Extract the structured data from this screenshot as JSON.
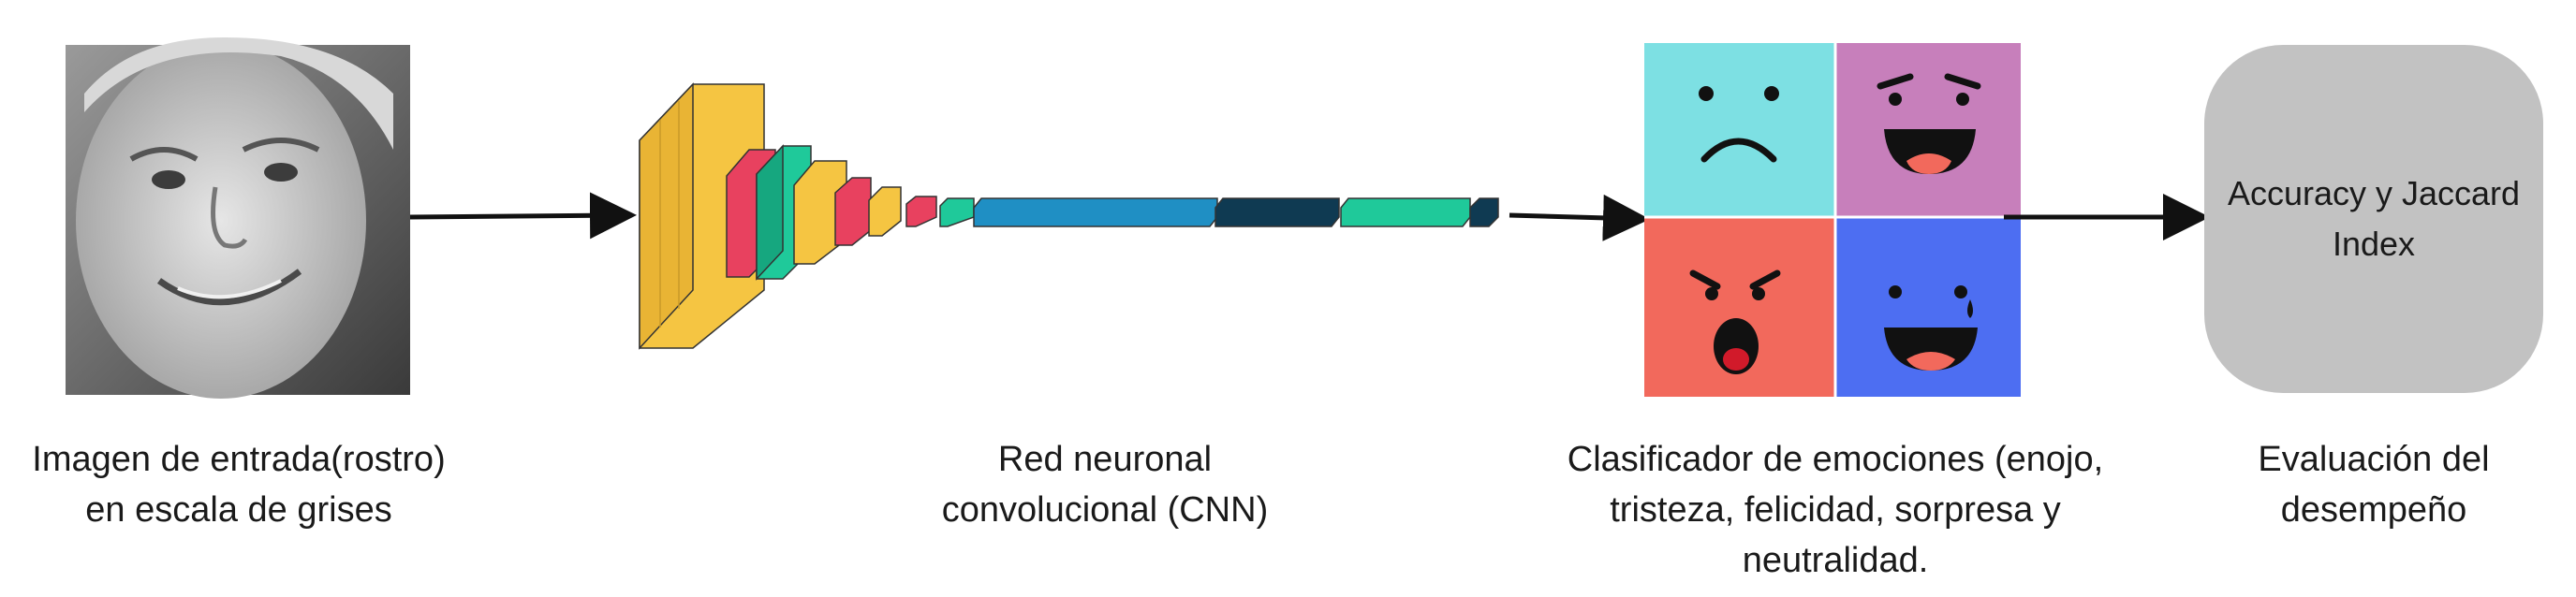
{
  "stages": {
    "input": {
      "caption_line1": "Imagen de entrada(rostro)",
      "caption_line2": "en escala de grises",
      "icon": "child-face-photo-grayscale"
    },
    "cnn": {
      "caption_line1": "Red neuronal",
      "caption_line2": "convolucional (CNN)",
      "icon": "cnn-layer-stack",
      "layer_colors": [
        "#f5c542",
        "#e8415f",
        "#1fc99a",
        "#1f8fc4",
        "#0f3a52"
      ]
    },
    "classifier": {
      "caption_line1": "Clasificador de emociones (enojo,",
      "caption_line2": "tristeza, felicidad, sorpresa y",
      "caption_line3": "neutralidad.",
      "icon": "emotion-face-grid",
      "quadrant_colors": [
        "#7de0e3",
        "#c77fbb",
        "#f2695c",
        "#4d6ef2"
      ]
    },
    "evaluation": {
      "box_text": "Accuracy y Jaccard Index",
      "caption_line1": "Evaluación del",
      "caption_line2": "desempeño",
      "box_color": "#c2c2c2"
    }
  }
}
